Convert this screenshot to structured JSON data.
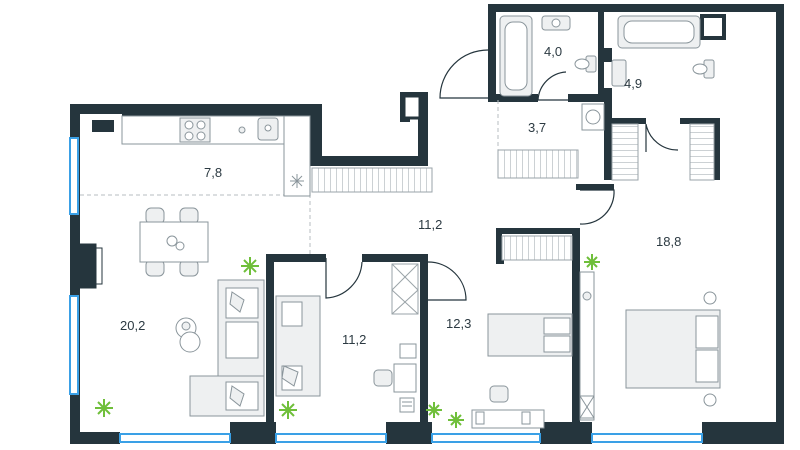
{
  "colors": {
    "wall": "#25353d",
    "window": "#3aa0e6",
    "furniture_line": "#8a959b",
    "furniture_fill": "#eef0f1",
    "plant": "#6fbf3a",
    "floor": "#ffffff"
  },
  "rooms": [
    {
      "id": "bathroom-1",
      "area": "4,0"
    },
    {
      "id": "bathroom-2",
      "area": "4,9"
    },
    {
      "id": "laundry",
      "area": "3,7"
    },
    {
      "id": "kitchen",
      "area": "7,8"
    },
    {
      "id": "hallway",
      "area": "11,2"
    },
    {
      "id": "living-room",
      "area": "20,2"
    },
    {
      "id": "bedroom-small",
      "area": "11,2"
    },
    {
      "id": "bedroom-middle",
      "area": "12,3"
    },
    {
      "id": "bedroom-master",
      "area": "18,8"
    }
  ]
}
